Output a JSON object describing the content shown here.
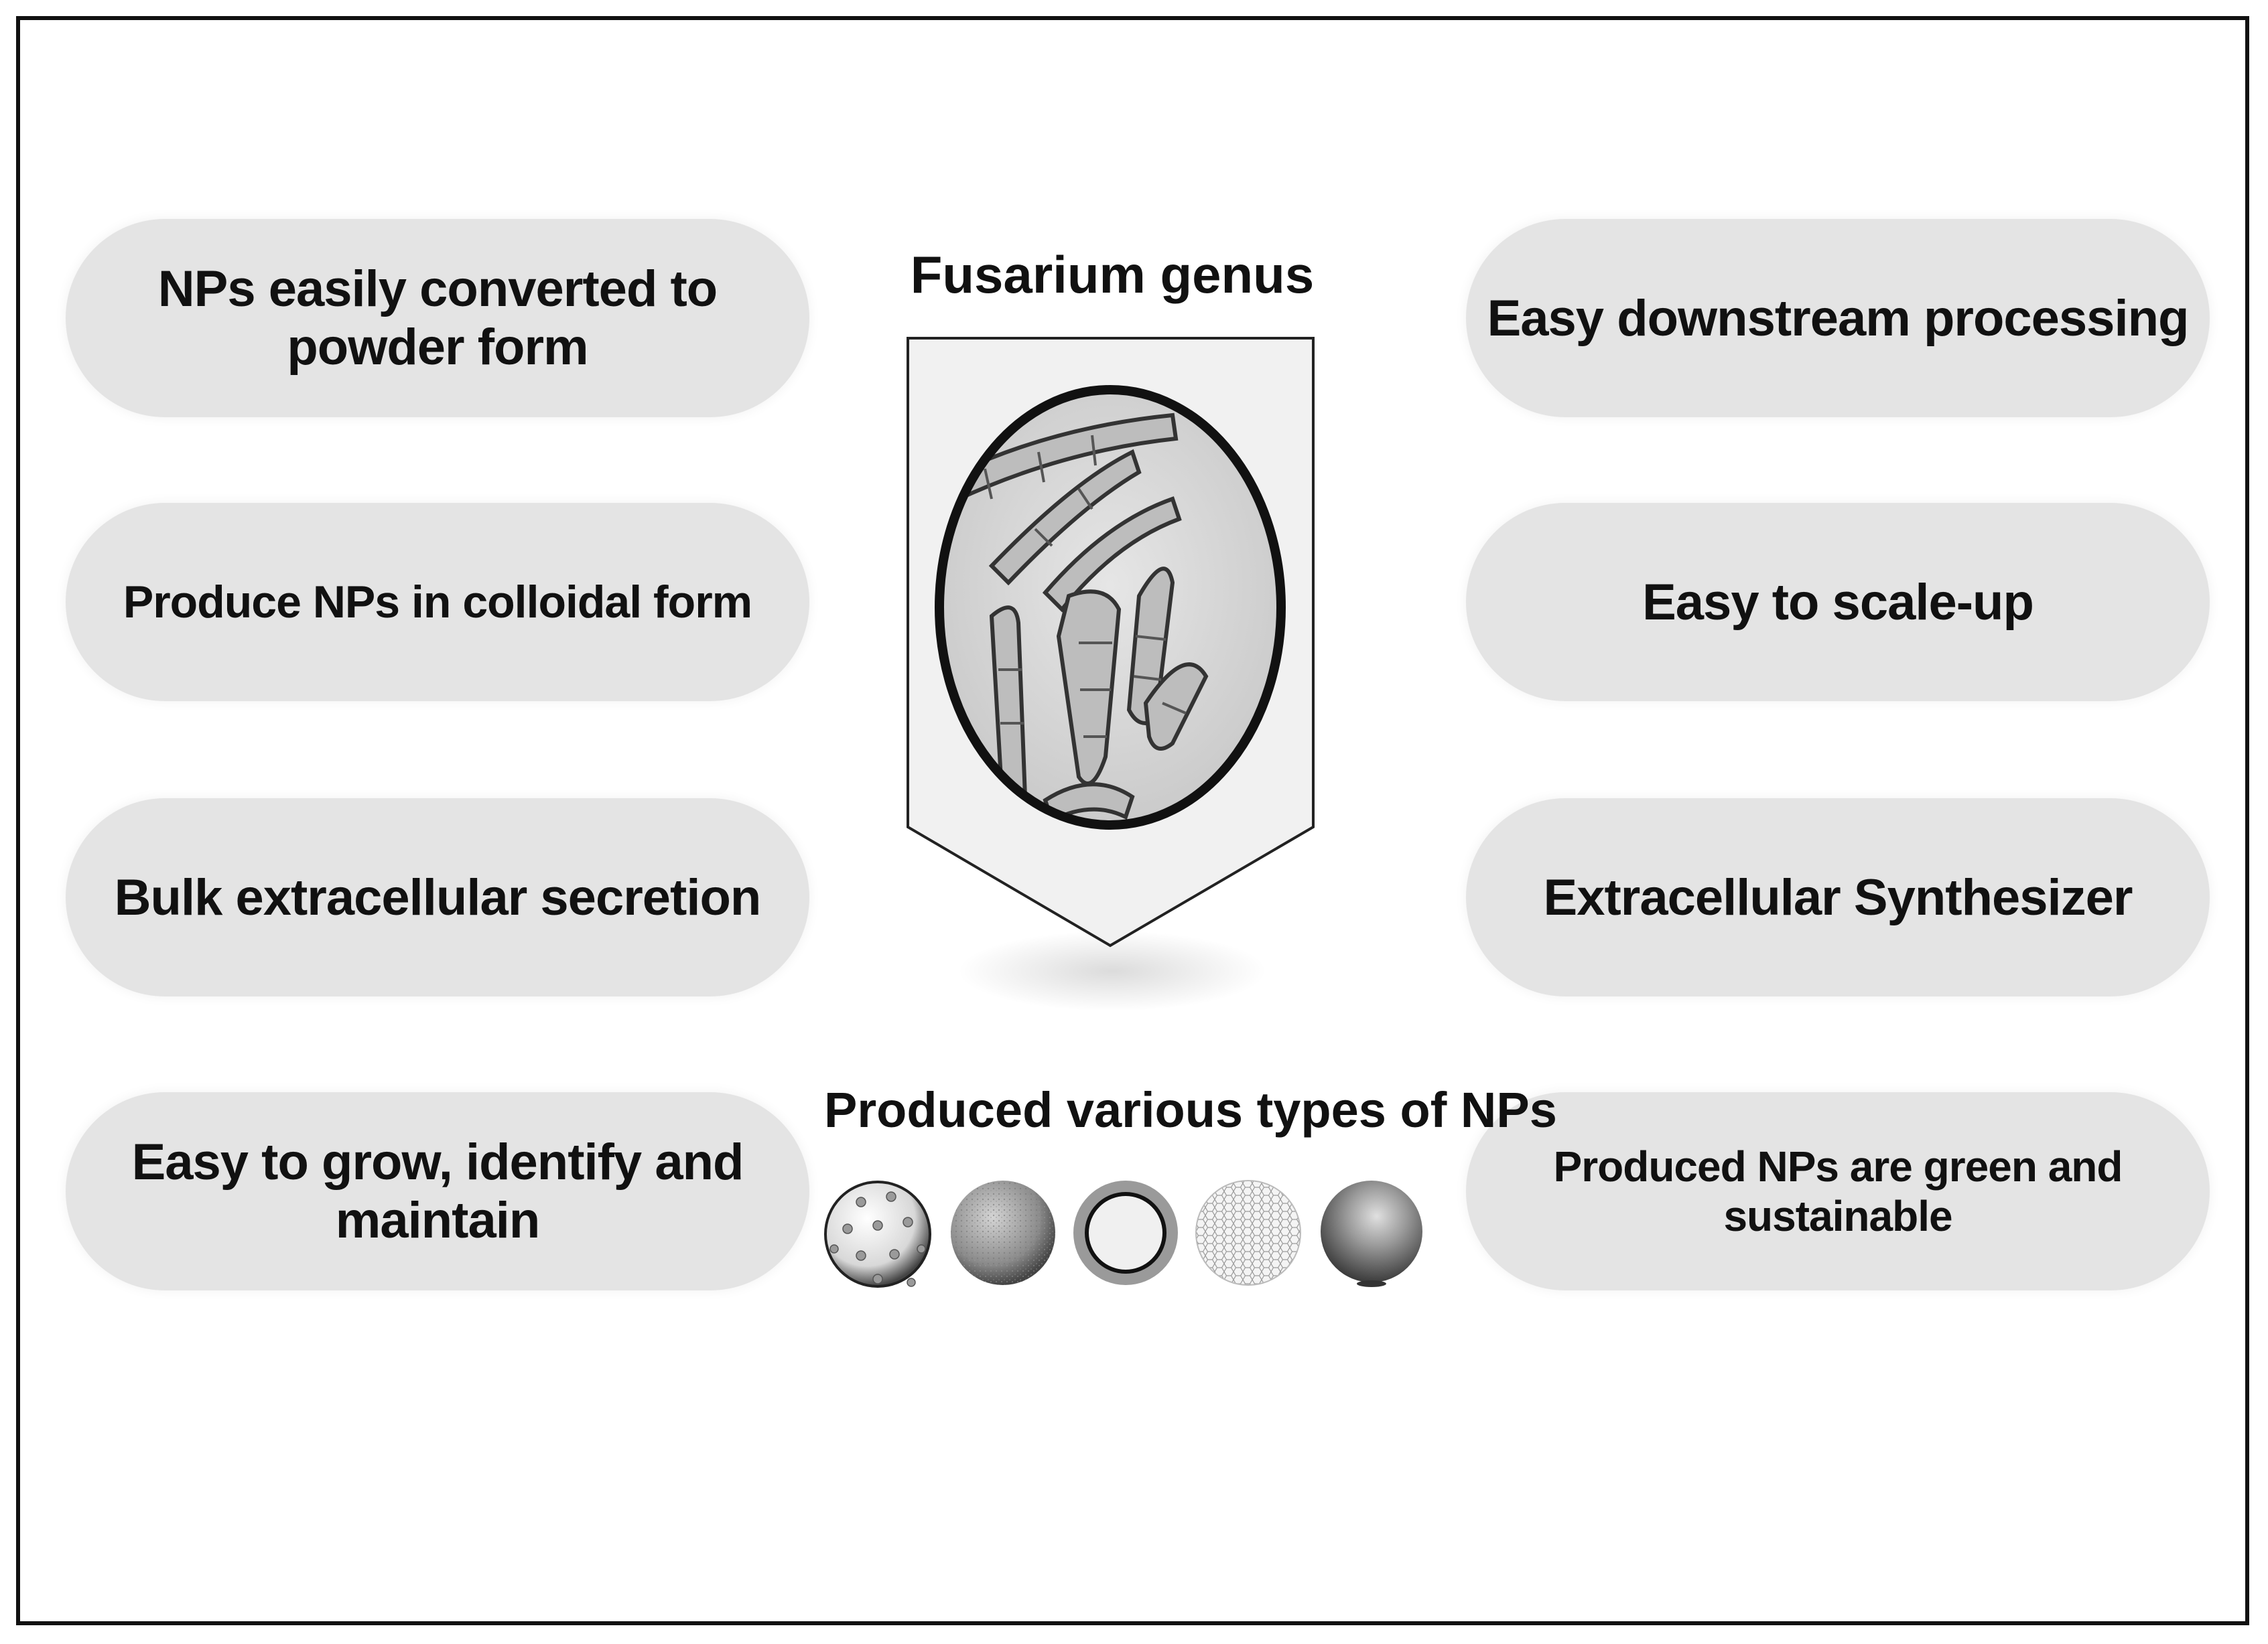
{
  "center": {
    "title": "Fusarium genus",
    "np_types_label": "Produced various types of NPs"
  },
  "left_items": [
    "NPs easily converted to powder form",
    "Produce NPs in colloidal form",
    "Bulk extracellular secretion",
    "Easy to grow, identify and maintain"
  ],
  "right_items": [
    "Easy downstream processing",
    "Easy to scale-up",
    "Extracellular Synthesizer",
    "Produced NPs are green and sustainable"
  ],
  "colors": {
    "pill_fill": "#e4e4e4",
    "text": "#111111",
    "frame": "#111111"
  },
  "icons": [
    "fungus-micrograph-icon",
    "dotted-sphere-icon",
    "textured-sphere-icon",
    "ring-sphere-icon",
    "hexagon-mesh-sphere-icon",
    "solid-sphere-icon"
  ]
}
